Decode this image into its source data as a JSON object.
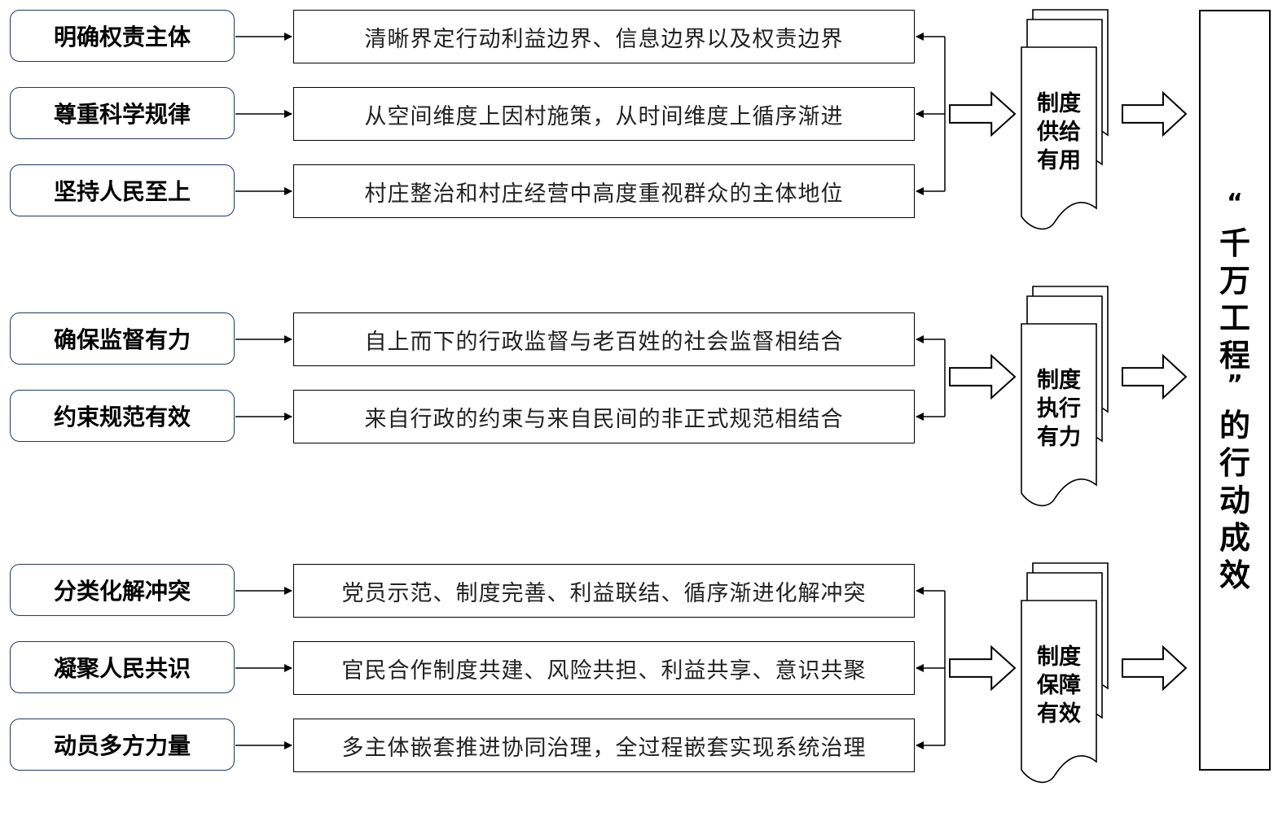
{
  "principles": [
    "明确权责主体",
    "尊重科学规律",
    "坚持人民至上",
    "确保监督有力",
    "约束规范有效",
    "分类化解冲突",
    "凝聚人民共识",
    "动员多方力量"
  ],
  "descriptions": [
    "清晰界定行动利益边界、信息边界以及权责边界",
    "从空间维度上因村施策，从时间维度上循序渐进",
    "村庄整治和村庄经营中高度重视群众的主体地位",
    "自上而下的行政监督与老百姓的社会监督相结合",
    "来自行政的约束与来自民间的非正式规范相结合",
    "党员示范、制度完善、利益联结、循序渐进化解冲突",
    "官民合作制度共建、风险共担、利益共享、意识共聚",
    "多主体嵌套推进协同治理，全过程嵌套实现系统治理"
  ],
  "groups": [
    {
      "doc_lines": [
        "制度",
        "供给",
        "有用"
      ]
    },
    {
      "doc_lines": [
        "制度",
        "执行",
        "有力"
      ]
    },
    {
      "doc_lines": [
        "制度",
        "保障",
        "有效"
      ]
    }
  ],
  "result": {
    "open_quote": "“",
    "close_quote": "”",
    "title_chars": [
      "千",
      "万",
      "工",
      "程"
    ],
    "suffix_chars": [
      "的",
      "行",
      "动",
      "成",
      "效"
    ]
  }
}
